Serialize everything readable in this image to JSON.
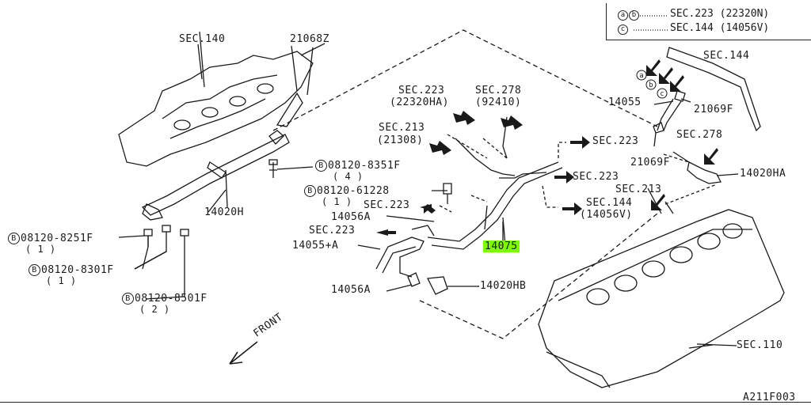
{
  "legend": {
    "row1_key_a": "a",
    "row1_key_b": "b",
    "row1_text": "SEC.223 (22320N)",
    "row2_key_c": "c",
    "row2_text": "SEC.144 (14056V)"
  },
  "labels": {
    "sec140": "SEC.140",
    "p21068z": "21068Z",
    "sec144_top": "SEC.144",
    "p14055": "14055",
    "p21069f_a": "21069F",
    "sec278_right": "SEC.278",
    "p21069f_b": "21069F",
    "p14020ha": "14020HA",
    "sec213_right": "SEC.213",
    "sec223_r1": "SEC.223",
    "sec223_r2": "SEC.223",
    "sec144_mid": "SEC.144",
    "sec144_mid_sub": "(14056V)",
    "sec223_top": "SEC.223",
    "sec223_top_sub": "(22320HA)",
    "sec278_top": "SEC.278",
    "sec278_top_sub": "(92410)",
    "sec213_top": "SEC.213",
    "sec213_top_sub": "(21308)",
    "sec223_mid": "SEC.223",
    "p14056a_1": "14056A",
    "sec223_left": "SEC.223",
    "p14055a": "14055+A",
    "p14075": "14075",
    "p14056a_2": "14056A",
    "p14020hb": "14020HB",
    "p14020h": "14020H",
    "sec110": "SEC.110",
    "front": "FRONT",
    "code": "A211F003"
  },
  "bolts": {
    "b1_key": "B",
    "b1_part": "08120-8351F",
    "b1_qty": "( 4 )",
    "b2_key": "B",
    "b2_part": "08120-61228",
    "b2_qty": "( 1 )",
    "b3_key": "B",
    "b3_part": "08120-8251F",
    "b3_qty": "( 1 )",
    "b4_key": "B",
    "b4_part": "08120-8301F",
    "b4_qty": "( 1 )",
    "b5_key": "B",
    "b5_part": "08120-8501F",
    "b5_qty": "( 2 )"
  },
  "colors": {
    "ink": "#1a1a1a",
    "highlight": "#7CFC00"
  },
  "icons": {
    "arrow": "filled-arrow-icon",
    "front": "front-arrow-icon"
  }
}
